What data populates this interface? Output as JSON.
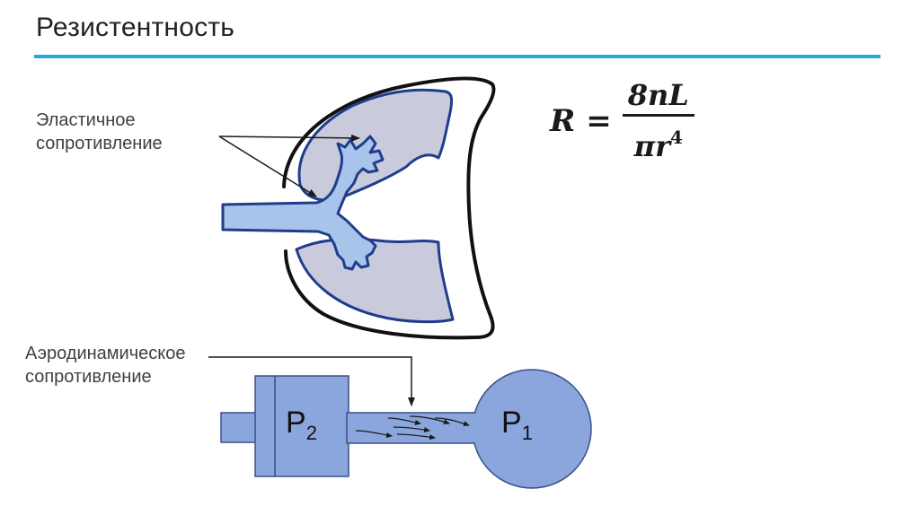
{
  "title": "Резистентность",
  "labels": {
    "elastic_line1": "Эластичное",
    "elastic_line2": "сопротивление",
    "aero_line1": "Аэродинамическое",
    "aero_line2": "сопротивление"
  },
  "formula": {
    "lhs": "R",
    "eq": "=",
    "numerator": "8nL",
    "denominator": "πr",
    "exponent": "4"
  },
  "pressures": {
    "p2_base": "P",
    "p2_sub": "2",
    "p1_base": "P",
    "p1_sub": "1"
  },
  "colors": {
    "accent_rule": "#22a9e0",
    "lung_fill": "#c9cbdc",
    "airway_fill": "#a9c4ea",
    "airway_stroke": "#1f3d8c",
    "model_fill": "#8ba6dc",
    "model_stroke": "#3d4f88"
  }
}
